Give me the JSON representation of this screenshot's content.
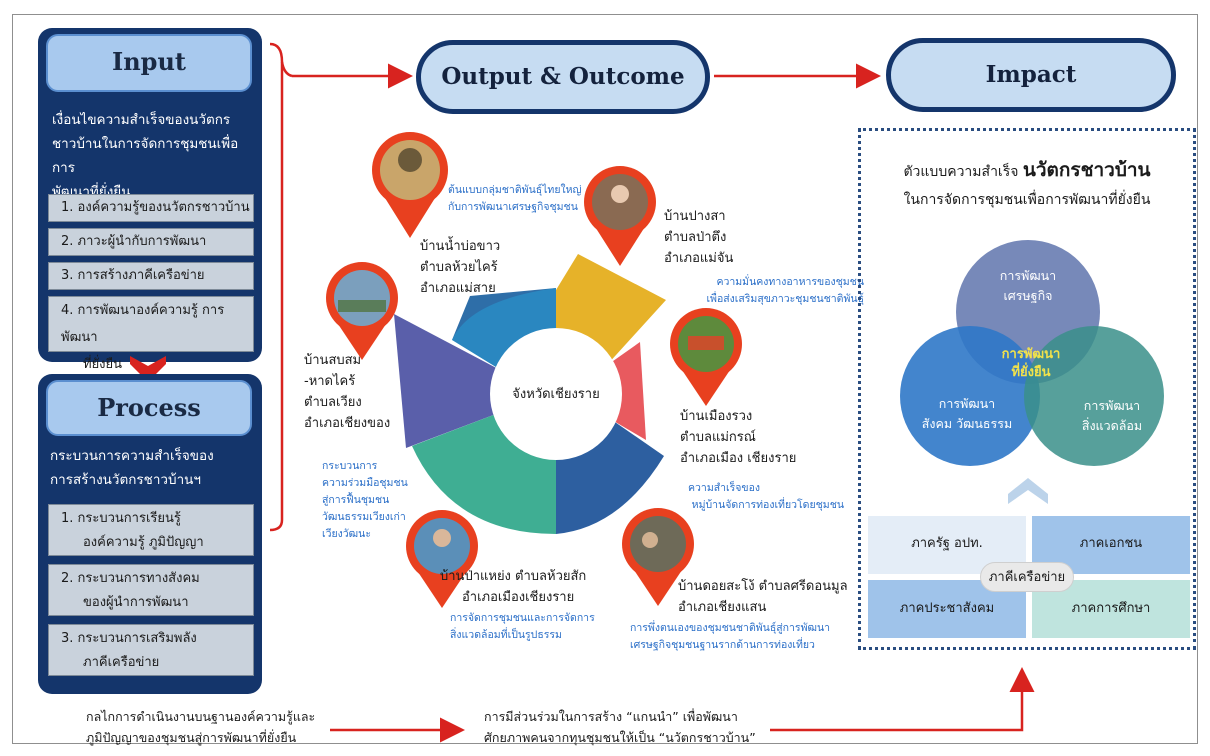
{
  "input": {
    "title": "Input",
    "description": [
      "เงื่อนไขความสำเร็จของนวัตกร",
      "ชาวบ้านในการจัดการชุมชนเพื่อการ",
      "พัฒนาที่ยั่งยืน"
    ],
    "items": [
      "1.  องค์ความรู้ของนวัตกรชาวบ้าน",
      "2.  ภาวะผู้นำกับการพัฒนา",
      "3.  การสร้างภาคีเครือข่าย",
      "4.  การพัฒนาองค์ความรู้ การพัฒนา",
      "ที่ยั่งยืน"
    ]
  },
  "process": {
    "title": "Process",
    "description": [
      "กระบวนการความสำเร็จของ",
      "การสร้างนวัตกรชาวบ้านฯ"
    ],
    "items": [
      [
        "1.  กระบวนการเรียนรู้",
        "องค์ความรู้ ภูมิปัญญา"
      ],
      [
        "2.  กระบวนการทางสังคม",
        "ของผู้นำการพัฒนา"
      ],
      [
        "3.  กระบวนการเสริมพลัง",
        "ภาคีเครือข่าย"
      ]
    ]
  },
  "output_title": "Output & Outcome",
  "impact_title": "Impact",
  "center_label": "จังหวัดเชียงราย",
  "sites": {
    "bannambochao": {
      "name": [
        "บ้านน้ำบ่อขาว",
        "ตำบลห้วยไคร้",
        "อำเภอแม่สาย"
      ],
      "note": [
        "ต้นแบบกลุ่มชาติพันธุ์ไทยใหญ่",
        "กับการพัฒนาเศรษฐกิจชุมชน"
      ]
    },
    "banpangsa": {
      "name": [
        "บ้านปางสา",
        "ตำบลป่าตึง",
        "อำเภอแม่จัน"
      ],
      "note": [
        "ความมั่นคงทางอาหารของชุมชน",
        "เพื่อส่งเสริมสุขภาวะชุมชนชาติพันธุ์"
      ]
    },
    "bansobsom": {
      "name": [
        "บ้านสบสม",
        "-หาดไคร้",
        "ตำบลเวียง",
        "อำเภอเชียงของ"
      ],
      "note": [
        "กระบวนการ",
        "ความร่วมมือชุมชน",
        "สู่การฟื้นชุมชน",
        "วัฒนธรรมเวียงเก่า",
        "เวียงวัฒนะ"
      ]
    },
    "banmuangruang": {
      "name": [
        "บ้านเมืองรวง",
        "ตำบลแม่กรณ์",
        "อำเภอเมือง เชียงราย"
      ],
      "note": [
        "ความสำเร็จของ",
        "หมู่บ้านจัดการท่องเที่ยวโดยชุมชน"
      ]
    },
    "banpahaeng": {
      "name": [
        "บ้านป่าแหย่ง ตำบลห้วยสัก",
        "อำเภอเมืองเชียงราย"
      ],
      "note": [
        "การจัดการชุมชนและการจัดการ",
        "สิ่งแวดล้อมที่เป็นรูปธรรม"
      ]
    },
    "bandoisaengo": {
      "name": [
        "บ้านดอยสะโง้ ตำบลศรีดอนมูล",
        "อำเภอเชียงแสน"
      ],
      "note": [
        "การพึ่งตนเองของชุมชนชาติพันธุ์สู่การพัฒนา",
        "เศรษฐกิจชุมชนฐานรากด้านการท่องเที่ยว"
      ]
    }
  },
  "impact": {
    "heading_prefix": "ตัวแบบความสำเร็จ",
    "heading_emph": "นวัตกรชาวบ้าน",
    "heading_line2": "ในการจัดการชุมชนเพื่อการพัฒนาที่ยั่งยืน",
    "venn": {
      "top": [
        "การพัฒนา",
        "เศรษฐกิจ"
      ],
      "left": [
        "การพัฒนา",
        "สังคม วัฒนธรรม"
      ],
      "right": [
        "การพัฒนา",
        "สิ่งแวดล้อม"
      ],
      "center": [
        "การพัฒนา",
        "ที่ยั่งยืน"
      ]
    },
    "sectors": {
      "gov": "ภาครัฐ   อปท.",
      "private": "ภาคเอกชน",
      "civil": "ภาคประชาสังคม",
      "education": "ภาคการศึกษา",
      "network": "ภาคีเครือข่าย"
    }
  },
  "bottom": {
    "left": [
      "กลไกการดำเนินงานบนฐานองค์ความรู้และ",
      "ภูมิปัญญาของชุมชนสู่การพัฒนาที่ยั่งยืน"
    ],
    "right": [
      "การมีส่วนร่วมในการสร้าง “แกนนำ” เพื่อพัฒนา",
      "ศักยภาพคนจากทุนชุมชนให้เป็น “นวัตกรชาวบ้าน”"
    ]
  },
  "colors": {
    "navy": "#14356b",
    "arrow_red": "#d8231f",
    "pin_red": "#e8401f",
    "link_blue": "#2b6fc8",
    "venn_top": "#6b7fb3",
    "venn_left": "#2f78c8",
    "venn_right": "#3a8f8a",
    "venn_center_text": "#f2e24a"
  }
}
